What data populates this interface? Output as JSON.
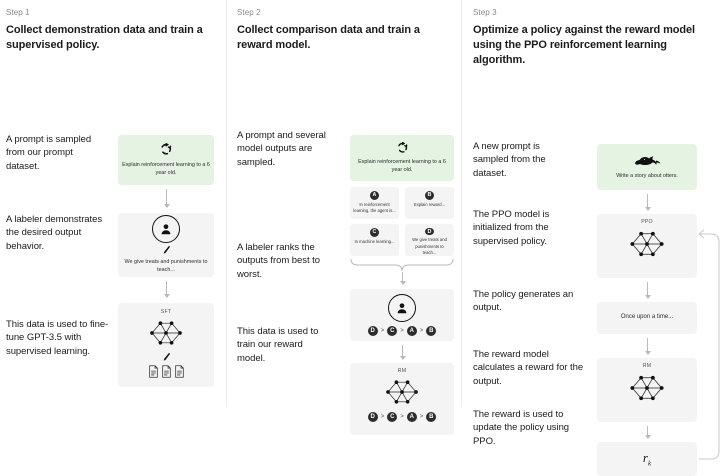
{
  "diagram": {
    "title": "Reinforcement Learning from Human Feedback - three step training process",
    "accent_green": "#e4f3e2",
    "box_gray": "#f4f4f4",
    "arrow_gray": "#b9b9b9"
  },
  "columns": [
    {
      "step_label": "Step 1",
      "step_title": "Collect demonstration data and train a supervised policy.",
      "captions": [
        "A prompt is sampled from our prompt dataset.",
        "A labeler demonstrates the desired output behavior.",
        "This data is used to fine-tune GPT-3.5 with supervised learning."
      ],
      "prompt_box": {
        "icon": "recycle-icon",
        "text": "Explain reinforcement learning to a 6 year old."
      },
      "labeler_box": {
        "icon": "person-icon",
        "text": "We give treats and punishments to teach..."
      },
      "model_box": {
        "tag": "SFT",
        "icon": "neural-network-icon",
        "docs_icon": "documents-icon"
      }
    },
    {
      "step_label": "Step 2",
      "step_title": "Collect comparison data and train a reward model.",
      "captions": [
        "A prompt and several model outputs are sampled.",
        "A labeler ranks the outputs from best to worst.",
        "This data is used to train our reward model."
      ],
      "prompt_box": {
        "icon": "recycle-icon",
        "text": "Explain reinforcement learning to a 6 year old."
      },
      "outputs": [
        {
          "letter": "A",
          "text": "In reinforcement learning, the agent is..."
        },
        {
          "letter": "B",
          "text": "Explain reward..."
        },
        {
          "letter": "C",
          "text": "In machine learning..."
        },
        {
          "letter": "D",
          "text": "We give treats and punishments to teach..."
        }
      ],
      "ranking_box": {
        "icon": "person-icon",
        "ranking": [
          "D",
          "C",
          "A",
          "B"
        ],
        "separator": ">"
      },
      "reward_box": {
        "tag": "RM",
        "icon": "neural-network-icon",
        "ranking": [
          "D",
          "C",
          "A",
          "B"
        ],
        "separator": ">"
      }
    },
    {
      "step_label": "Step 3",
      "step_title": "Optimize a policy against the reward model using the PPO reinforcement learning algorithm.",
      "captions": [
        "A new prompt is sampled from the dataset.",
        "The PPO model is initialized from the supervised policy.",
        "The policy generates an output.",
        "The reward model calculates a reward for the output.",
        "The reward is used to update the policy using PPO."
      ],
      "prompt_box": {
        "icon": "otter-icon",
        "text": "Write a story about otters."
      },
      "ppo_box": {
        "tag": "PPO",
        "icon": "neural-network-icon"
      },
      "output_box": {
        "text": "Once upon a time..."
      },
      "rm_box": {
        "tag": "RM",
        "icon": "neural-network-icon"
      },
      "reward_box": {
        "symbol": "r",
        "subscript": "k"
      },
      "feedback_loop": "update-policy-loop-arrow"
    }
  ]
}
